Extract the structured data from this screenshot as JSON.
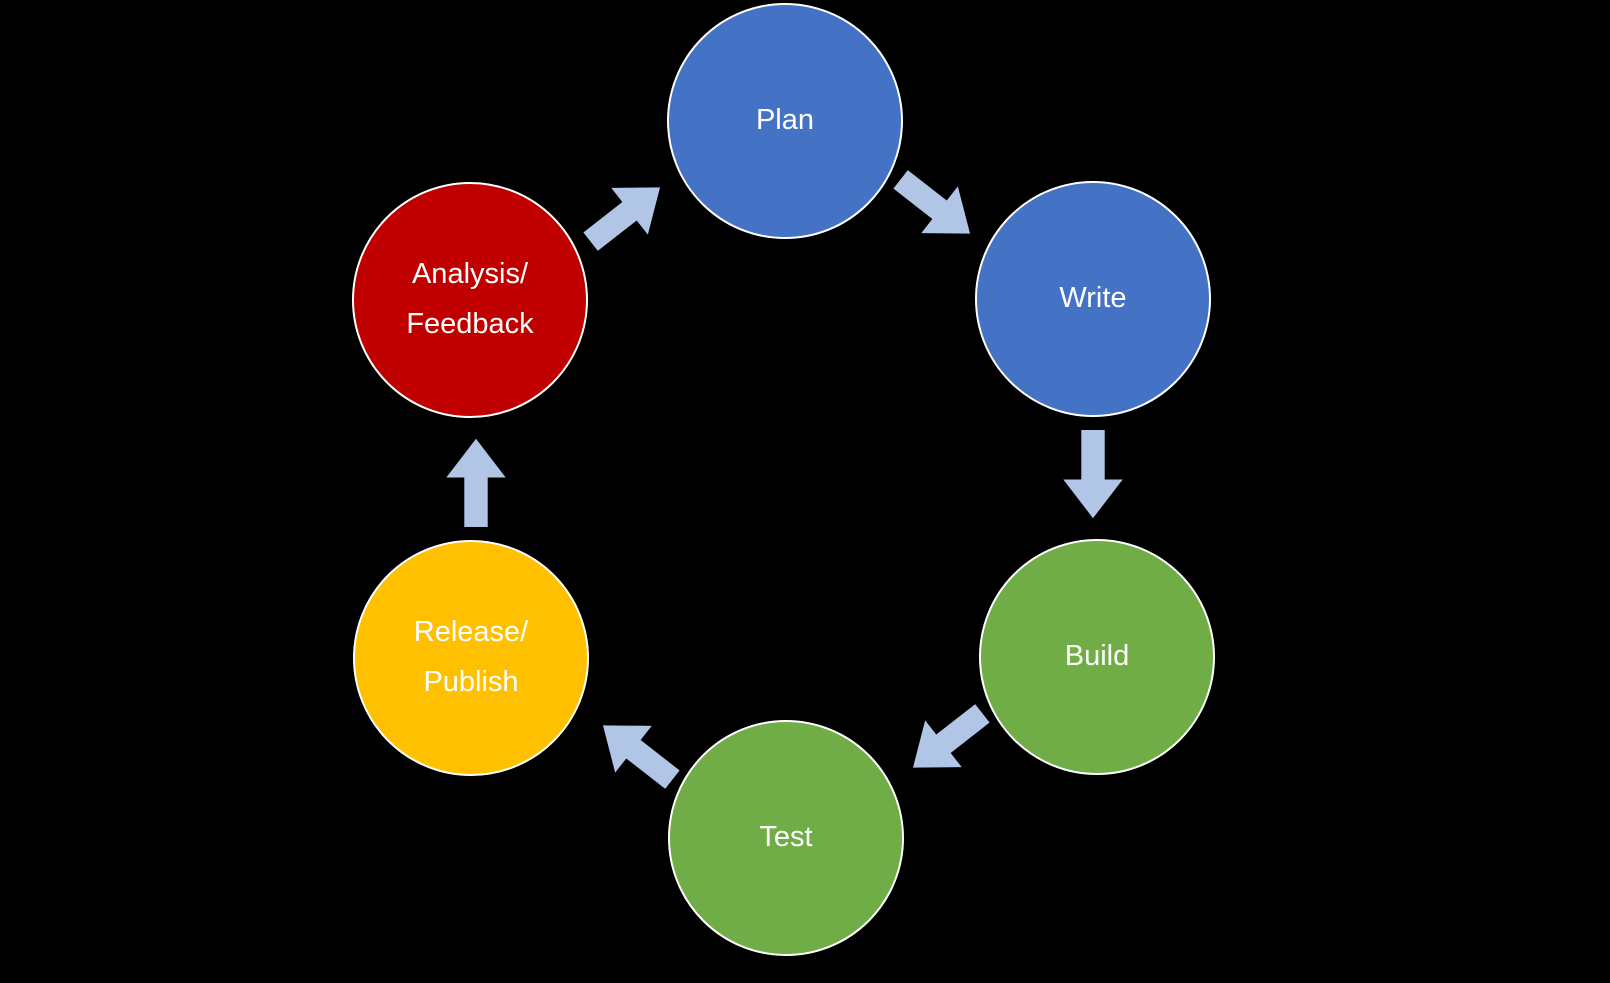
{
  "diagram": {
    "background": "#000000",
    "arrow_color": "#b1c5e7",
    "node_border_color": "#ffffff",
    "text_color": "#ffffff",
    "nodes": [
      {
        "id": "plan",
        "lines": [
          "Plan"
        ],
        "color": "#4472c4"
      },
      {
        "id": "write",
        "lines": [
          "Write"
        ],
        "color": "#4472c4"
      },
      {
        "id": "build",
        "lines": [
          "Build"
        ],
        "color": "#70ad47"
      },
      {
        "id": "test",
        "lines": [
          "Test"
        ],
        "color": "#70ad47"
      },
      {
        "id": "release-publish",
        "lines": [
          "Release/",
          "Publish"
        ],
        "color": "#ffc000"
      },
      {
        "id": "analysis-feedback",
        "lines": [
          "Analysis/",
          "Feedback"
        ],
        "color": "#c00000"
      }
    ],
    "arrows": [
      {
        "from": "analysis-feedback",
        "to": "plan",
        "direction": "up-right"
      },
      {
        "from": "plan",
        "to": "write",
        "direction": "down-right"
      },
      {
        "from": "write",
        "to": "build",
        "direction": "down"
      },
      {
        "from": "build",
        "to": "test",
        "direction": "down-left"
      },
      {
        "from": "test",
        "to": "release-publish",
        "direction": "up-left"
      },
      {
        "from": "release-publish",
        "to": "analysis-feedback",
        "direction": "up"
      }
    ]
  }
}
